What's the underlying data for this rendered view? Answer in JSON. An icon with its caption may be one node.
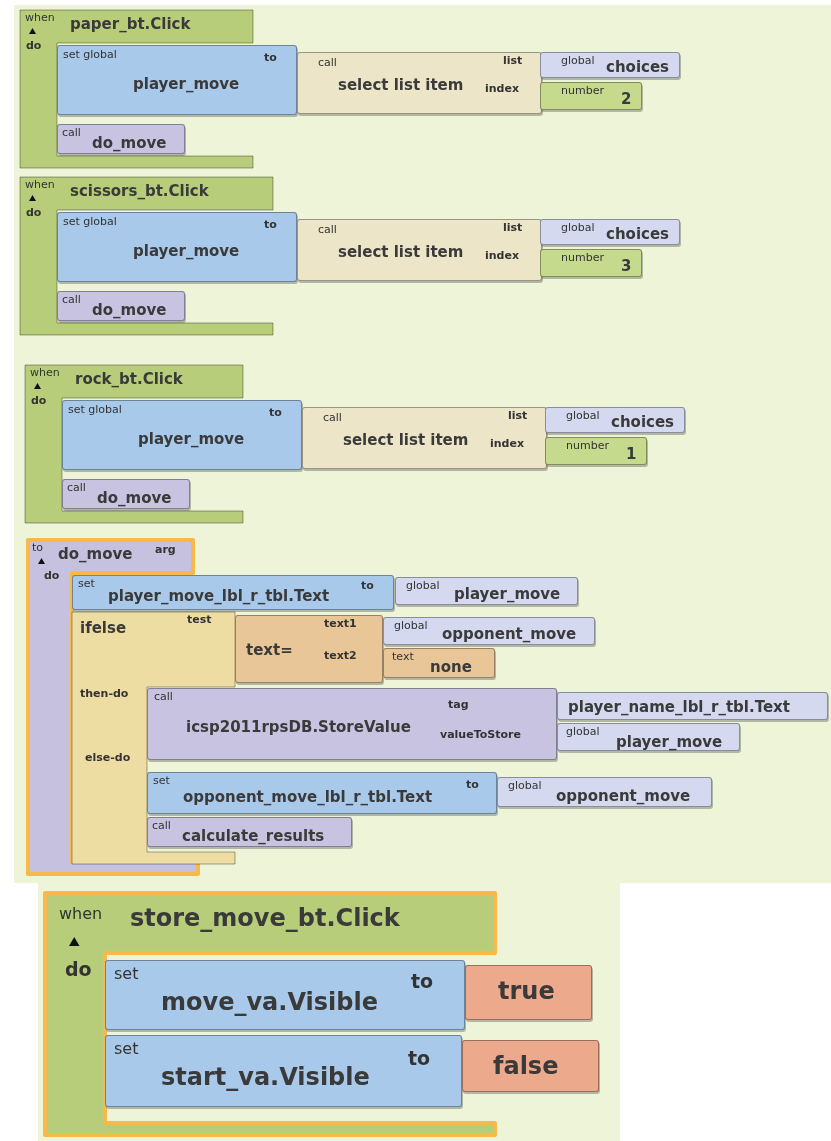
{
  "diagram": {
    "nodes": [
      {
        "text": [
          "when",
          "paper_bt.Click",
          "do"
        ]
      },
      {
        "text": [
          "set global",
          "player_move",
          "to"
        ]
      },
      {
        "text": [
          "call",
          "select list item",
          "list",
          "index"
        ]
      },
      {
        "text": [
          "global",
          "choices"
        ]
      },
      {
        "text": [
          "number",
          "2"
        ]
      },
      {
        "text": [
          "call",
          "do_move"
        ],
        "in": 0
      },
      {
        "text": [
          "when",
          "scissors_bt.Click",
          "do"
        ]
      },
      {
        "text": [
          "set global",
          "player_move",
          "to"
        ]
      },
      {
        "text": [
          "call",
          "select list item",
          "list",
          "index"
        ]
      },
      {
        "text": [
          "global",
          "choices"
        ]
      },
      {
        "text": [
          "number",
          "3"
        ]
      },
      {
        "text": [
          "call",
          "do_move"
        ],
        "in": 6
      },
      {
        "text": [
          "when",
          "rock_bt.Click",
          "do"
        ]
      },
      {
        "text": [
          "set global",
          "player_move",
          "to"
        ]
      },
      {
        "text": [
          "call",
          "select list item",
          "list",
          "index"
        ]
      },
      {
        "text": [
          "global",
          "choices"
        ]
      },
      {
        "text": [
          "number",
          "1"
        ]
      },
      {
        "text": [
          "call",
          "do_move"
        ],
        "in": 12
      },
      {
        "text": [
          "to",
          "do_move",
          "arg",
          "do"
        ]
      },
      {
        "text": [
          "set",
          "player_move_lbl_r_tbl.Text",
          "to"
        ]
      },
      {
        "text": [
          "global",
          "player_move"
        ]
      },
      {
        "text": [
          "ifelse",
          "test",
          "then-do",
          "else-do"
        ]
      },
      {
        "text": [
          "text=",
          "text1",
          "text2"
        ]
      },
      {
        "text": [
          "global",
          "opponent_move"
        ]
      },
      {
        "text": [
          "text",
          "none"
        ]
      },
      {
        "text": [
          "call",
          "icsp2011rpsDB.StoreValue",
          "tag",
          "valueToStore"
        ]
      },
      {
        "text": [
          "player_name_lbl_r_tbl.Text"
        ]
      },
      {
        "text": [
          "global",
          "player_move"
        ]
      },
      {
        "text": [
          "set",
          "opponent_move_lbl_r_tbl.Text",
          "to"
        ]
      },
      {
        "text": [
          "global",
          "opponent_move"
        ]
      },
      {
        "text": [
          "call",
          "calculate_results"
        ]
      },
      {
        "text": [
          "when",
          "store_move_bt.Click",
          "do"
        ]
      },
      {
        "text": [
          "set",
          "move_va.Visible",
          "to"
        ]
      },
      {
        "text": [
          "true"
        ]
      },
      {
        "text": [
          "set",
          "start_va.Visible",
          "to"
        ]
      },
      {
        "text": [
          "false"
        ]
      }
    ]
  }
}
